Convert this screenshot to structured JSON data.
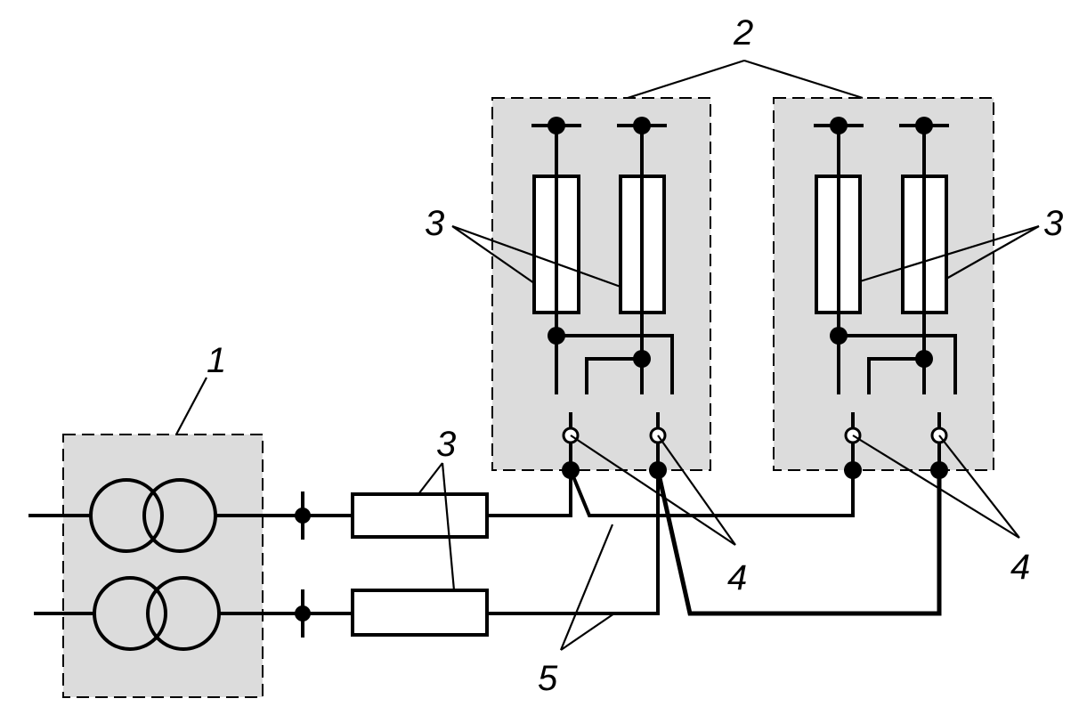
{
  "labels": {
    "transformer_unit": "1",
    "switchgear_cabinets": "2",
    "fuses_left_cabinet": "3",
    "fuses_right_cabinet": "3",
    "fuses_feeders": "3",
    "terminals_left": "4",
    "terminals_right": "4",
    "cables": "5"
  },
  "colors": {
    "cabinet_fill": "#dcdcdc",
    "line": "#000000",
    "background": "#ffffff"
  }
}
